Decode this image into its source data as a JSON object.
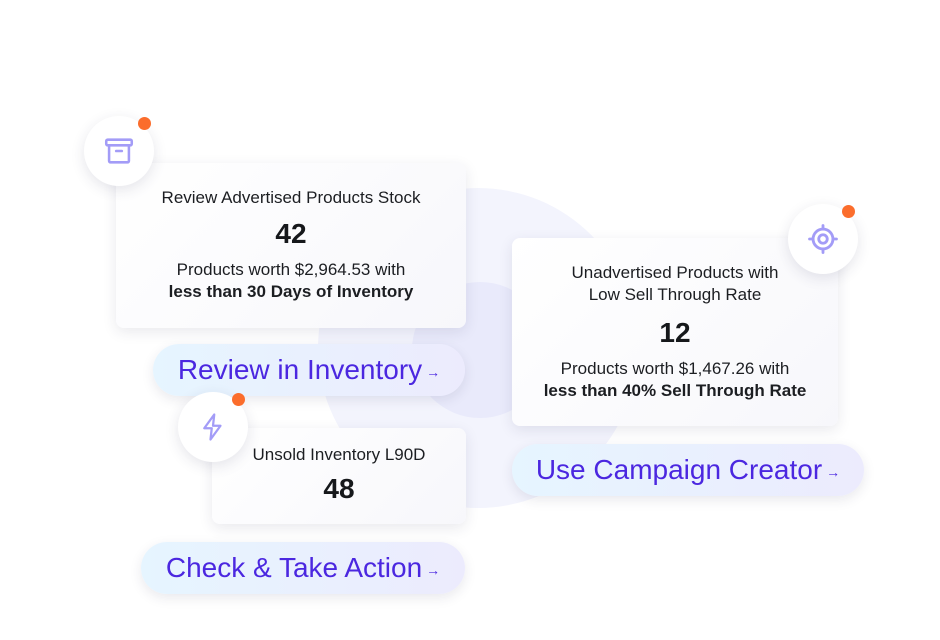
{
  "colors": {
    "accent": "#4b27e0",
    "notification_dot": "#fb6d2c",
    "icon": "#a39cf7"
  },
  "cards": [
    {
      "icon": "archive-box-icon",
      "title": "Review Advertised Products Stock",
      "value": "42",
      "desc_prefix": "Products worth $2,964.53 with",
      "desc_bold": "less than 30 Days of Inventory",
      "cta_label": "Review in Inventory",
      "cta_arrow": "→"
    },
    {
      "icon": "target-icon",
      "title_line1": "Unadvertised Products with",
      "title_line2": "Low Sell Through Rate",
      "value": "12",
      "desc_prefix": "Products worth $1,467.26 with",
      "desc_bold": "less than 40% Sell Through Rate",
      "cta_label": "Use Campaign Creator",
      "cta_arrow": "→"
    },
    {
      "icon": "lightning-bolt-icon",
      "title": "Unsold Inventory L90D",
      "value": "48",
      "cta_label": "Check & Take Action",
      "cta_arrow": "→"
    }
  ]
}
